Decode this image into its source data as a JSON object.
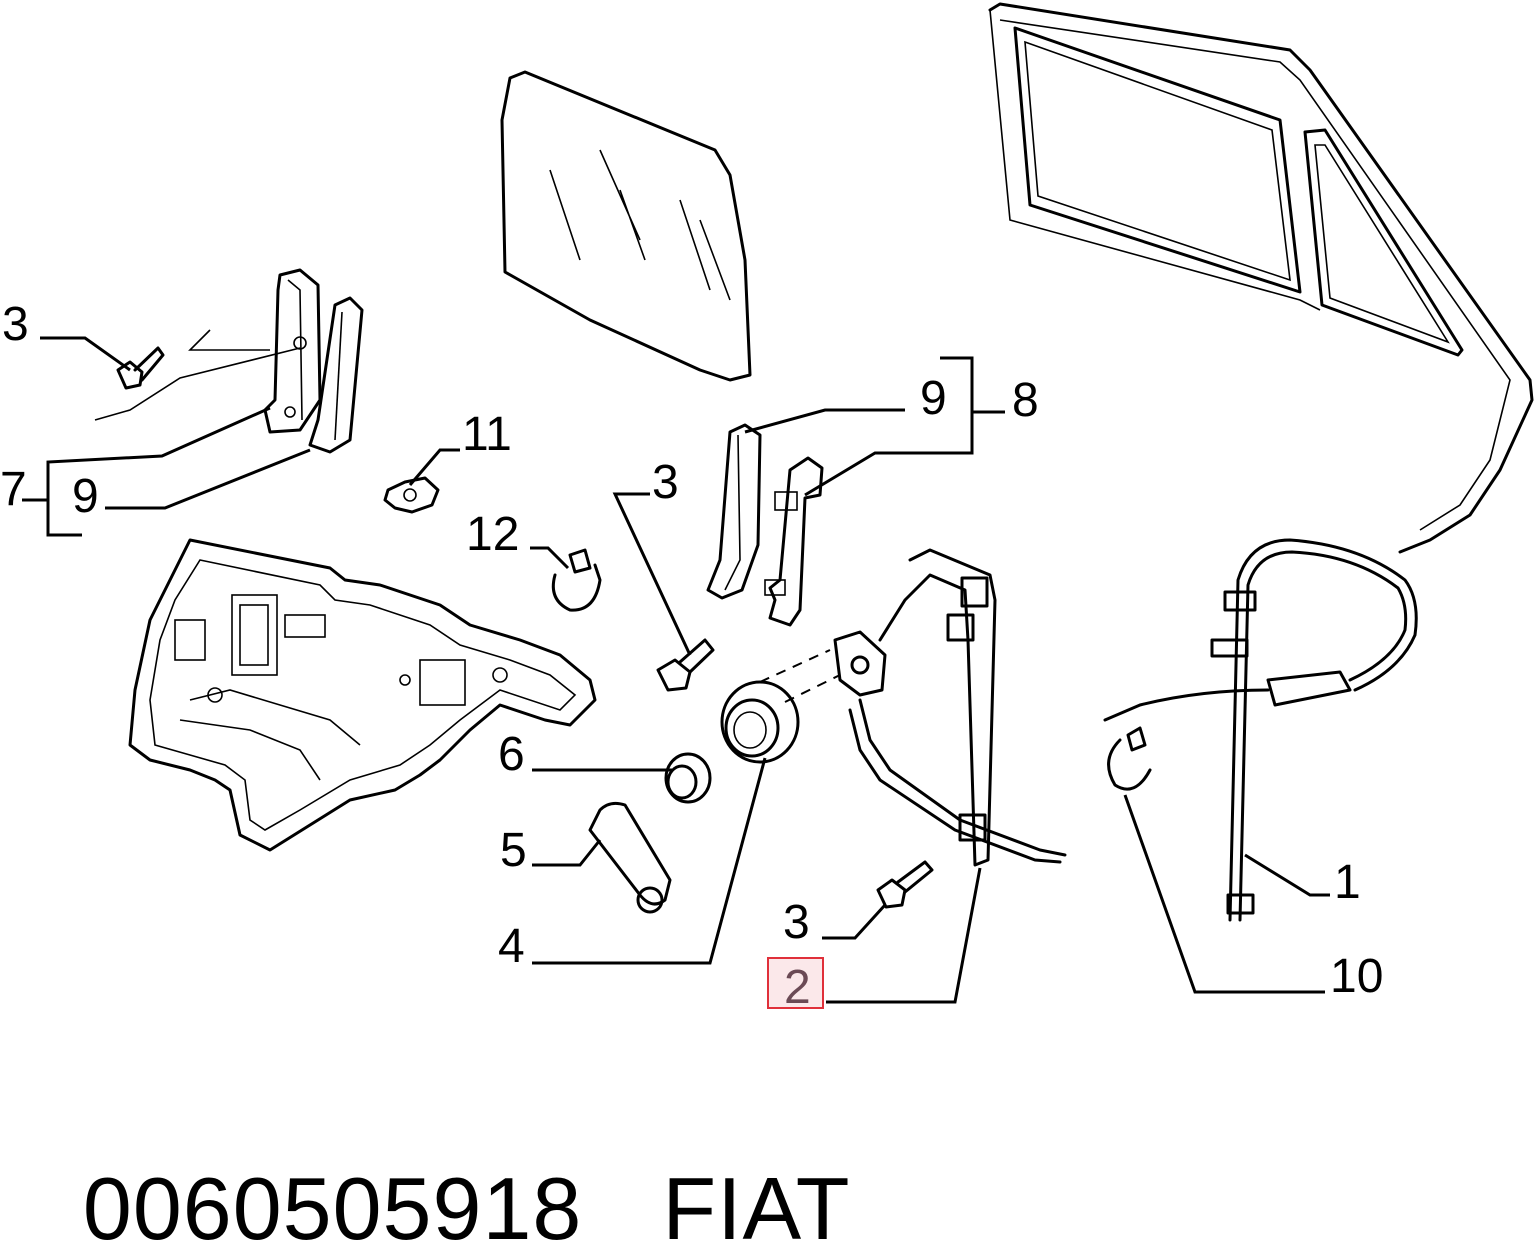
{
  "diagram": {
    "callouts": [
      {
        "id": "c3a",
        "label": "3"
      },
      {
        "id": "c7",
        "label": "7"
      },
      {
        "id": "c9a",
        "label": "9"
      },
      {
        "id": "c11",
        "label": "11"
      },
      {
        "id": "c12",
        "label": "12"
      },
      {
        "id": "c3b",
        "label": "3"
      },
      {
        "id": "c9b",
        "label": "9"
      },
      {
        "id": "c8",
        "label": "8"
      },
      {
        "id": "c6",
        "label": "6"
      },
      {
        "id": "c5",
        "label": "5"
      },
      {
        "id": "c4",
        "label": "4"
      },
      {
        "id": "c3c",
        "label": "3"
      },
      {
        "id": "c2",
        "label": "2",
        "highlighted": true
      },
      {
        "id": "c1",
        "label": "1"
      },
      {
        "id": "c10",
        "label": "10"
      }
    ],
    "highlight_color": "#e0303a"
  },
  "footer": {
    "part_number": "0060505918",
    "brand": "FIAT"
  }
}
